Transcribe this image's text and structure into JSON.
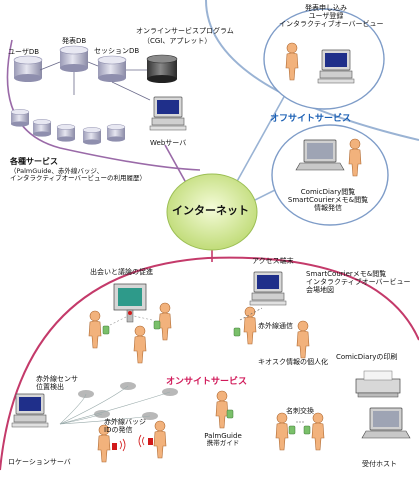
{
  "hub": {
    "label": "インターネット"
  },
  "offsite": {
    "heading": "オフサイトサービス",
    "top_caption": [
      "発表申し込み",
      "ユーザ登録",
      "インタラクティブオーバービュー"
    ],
    "bottom_caption": [
      "ComicDiary閲覧",
      "SmartCourierメモ&閲覧",
      "情報発信"
    ]
  },
  "server_side": {
    "db_labels": {
      "user": "ユーザDB",
      "presentation": "発表DB",
      "session": "セッションDB",
      "program": "オンラインサービスプログラム",
      "program_sub": "（CGI、アプレット）"
    },
    "web_server": "Webサーバ",
    "services_title": "各種サービス",
    "services_desc": [
      "（PalmGuide、赤外線バッジ、",
      "インタラクティブオーバービューの利用履歴）"
    ]
  },
  "onsite": {
    "heading": "オンサイトサービス",
    "meeting": "出会いと議論の促進",
    "access_terminal": "アクセス端末",
    "access_caption": [
      "SmartCourierメモ&閲覧",
      "インタラクティブオーバービュー",
      "会場地図"
    ],
    "ir_comm": "赤外線通信",
    "kiosk": "キオスク情報の個人化",
    "comicdiary_print": "ComicDiaryの印刷",
    "ir_sensor": [
      "赤外線センサ",
      "位置検出"
    ],
    "ir_badge": [
      "赤外線バッジ",
      "IDの発信"
    ],
    "location_server": "ロケーションサーバ",
    "palmguide": "PalmGuide",
    "palmguide_sub": "携帯ガイド",
    "card_exchange": "名刺交換",
    "reception_host": "受付ホスト"
  },
  "colors": {
    "blue_link": "#8aa6c8",
    "red_link": "#c43a6a",
    "purple_link": "#9a6aa8",
    "hub_fill": "#dff0a8",
    "person": "#f2b27c",
    "db": "#c6c6d8"
  }
}
